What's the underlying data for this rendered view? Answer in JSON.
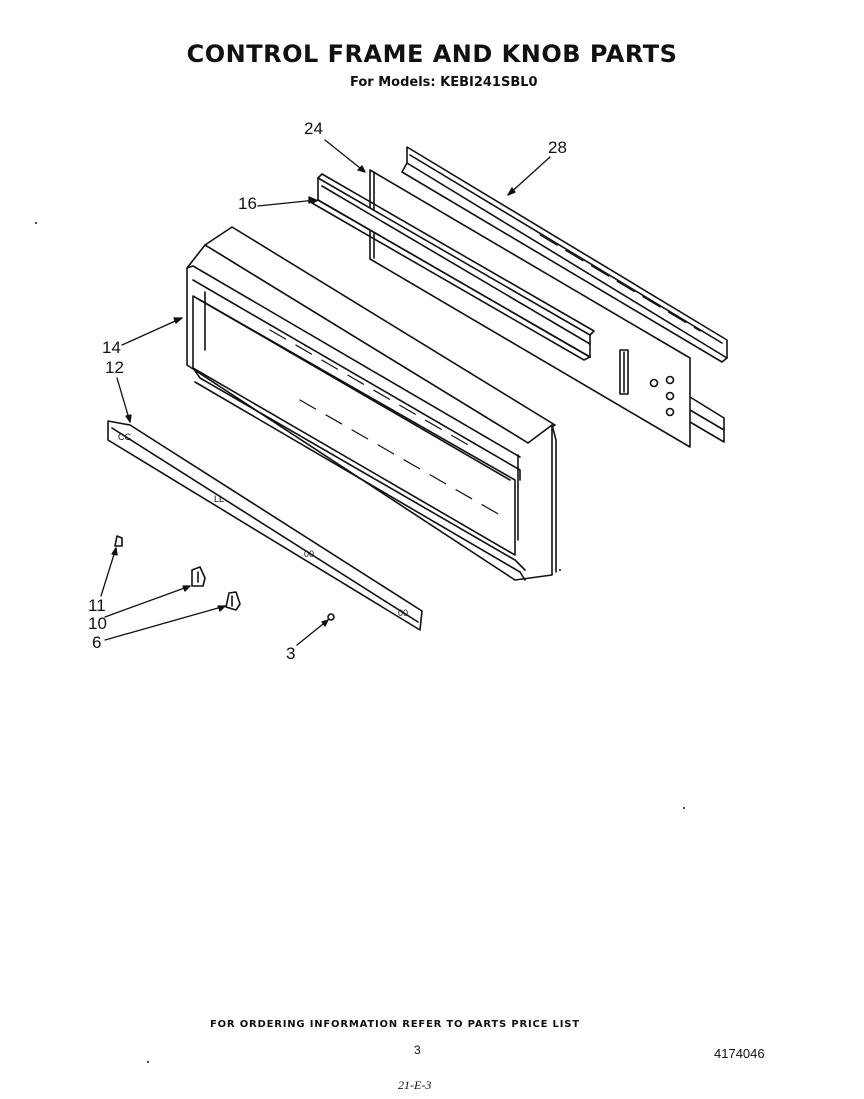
{
  "header": {
    "title": "CONTROL FRAME AND KNOB PARTS",
    "subtitle": "For Models: KEBI241SBL0"
  },
  "callouts": {
    "c24": "24",
    "c28": "28",
    "c16": "16",
    "c14": "14",
    "c12": "12",
    "c11": "11",
    "c10": "10",
    "c6": "6",
    "c3": "3"
  },
  "footer": {
    "ordering_note": "FOR ORDERING INFORMATION REFER TO PARTS PRICE LIST",
    "page_number": "3",
    "document_number": "4174046",
    "handwritten_note": "21-E-3"
  }
}
